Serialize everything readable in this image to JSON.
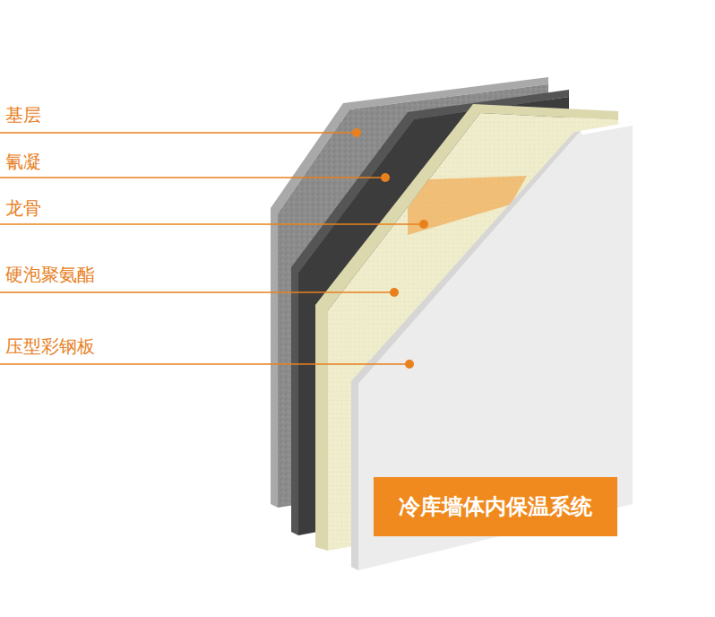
{
  "diagram": {
    "nodes": [
      {
        "text": [
          "冷库墙体内保温系统"
        ]
      }
    ],
    "labels": [
      "基层",
      "氰凝",
      "龙骨",
      "硬泡聚氨酯",
      "压型彩钢板"
    ]
  }
}
